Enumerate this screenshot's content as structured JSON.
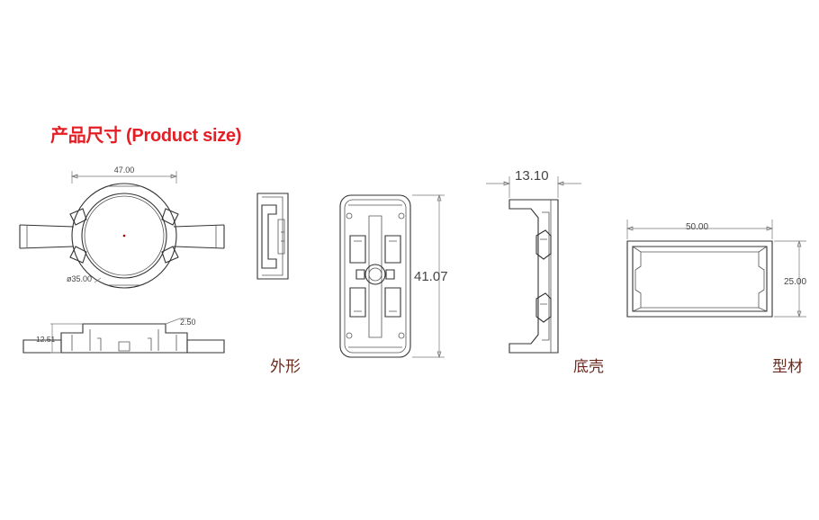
{
  "title": "产品尺寸 (Product size)",
  "labels": {
    "outline": "外形",
    "base_shell": "底壳",
    "profile": "型材"
  },
  "dimensions": {
    "overall_width": "47.00",
    "diameter": "ø35.00",
    "side_height": "12.51",
    "side_step": "2.50",
    "length": "41.07",
    "base_width": "13.10",
    "profile_width": "50.00",
    "profile_height": "25.00"
  },
  "colors": {
    "title": "#e51e25",
    "labels": "#6b2a1e",
    "lines": "#333333"
  }
}
